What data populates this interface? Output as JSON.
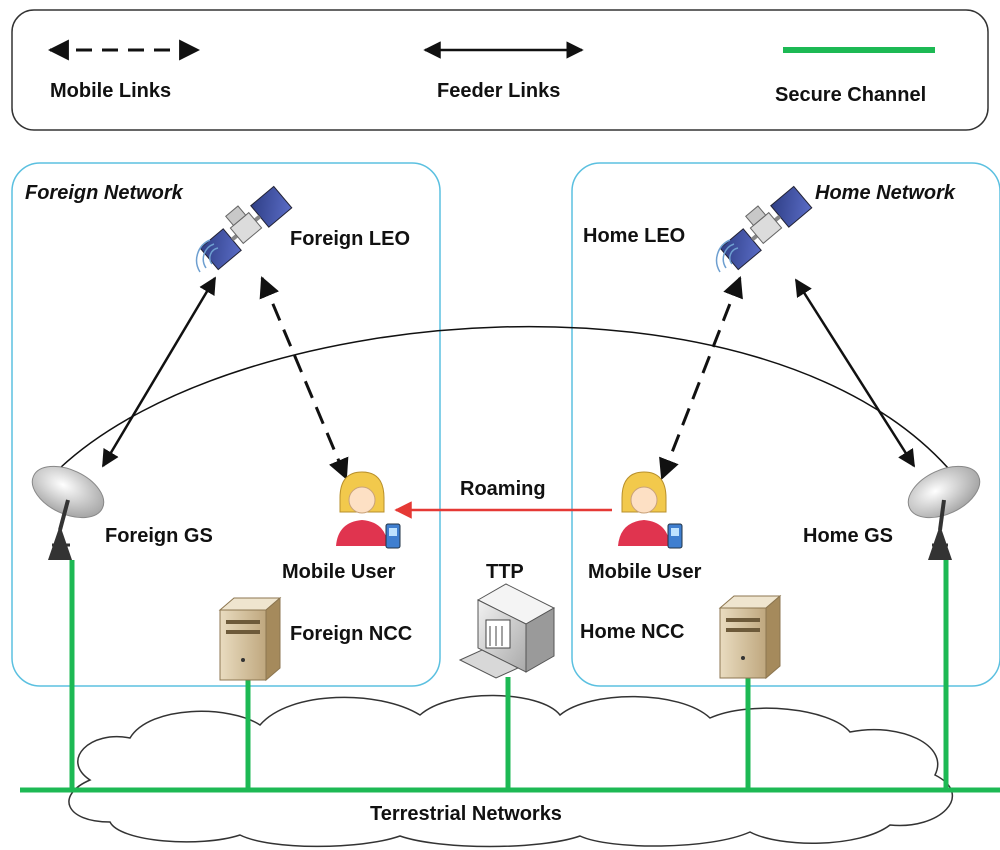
{
  "legend": {
    "mobile_links": "Mobile Links",
    "feeder_links": "Feeder Links",
    "secure_channel": "Secure Channel"
  },
  "foreign": {
    "network_title": "Foreign Network",
    "leo": "Foreign LEO",
    "gs": "Foreign GS",
    "user": "Mobile User",
    "ncc": "Foreign NCC"
  },
  "home": {
    "network_title": "Home Network",
    "leo": "Home LEO",
    "gs": "Home GS",
    "user": "Mobile User",
    "ncc": "Home NCC"
  },
  "center": {
    "roaming": "Roaming",
    "ttp": "TTP",
    "terrestrial": "Terrestrial Networks"
  },
  "colors": {
    "secure": "#1db954",
    "network_border": "#5bc0e0",
    "roaming_arrow": "#e53935"
  },
  "icons": [
    "satellite-icon",
    "ground-station-dish-icon",
    "mobile-user-icon",
    "server-icon",
    "ttp-server-icon",
    "cloud-icon"
  ]
}
